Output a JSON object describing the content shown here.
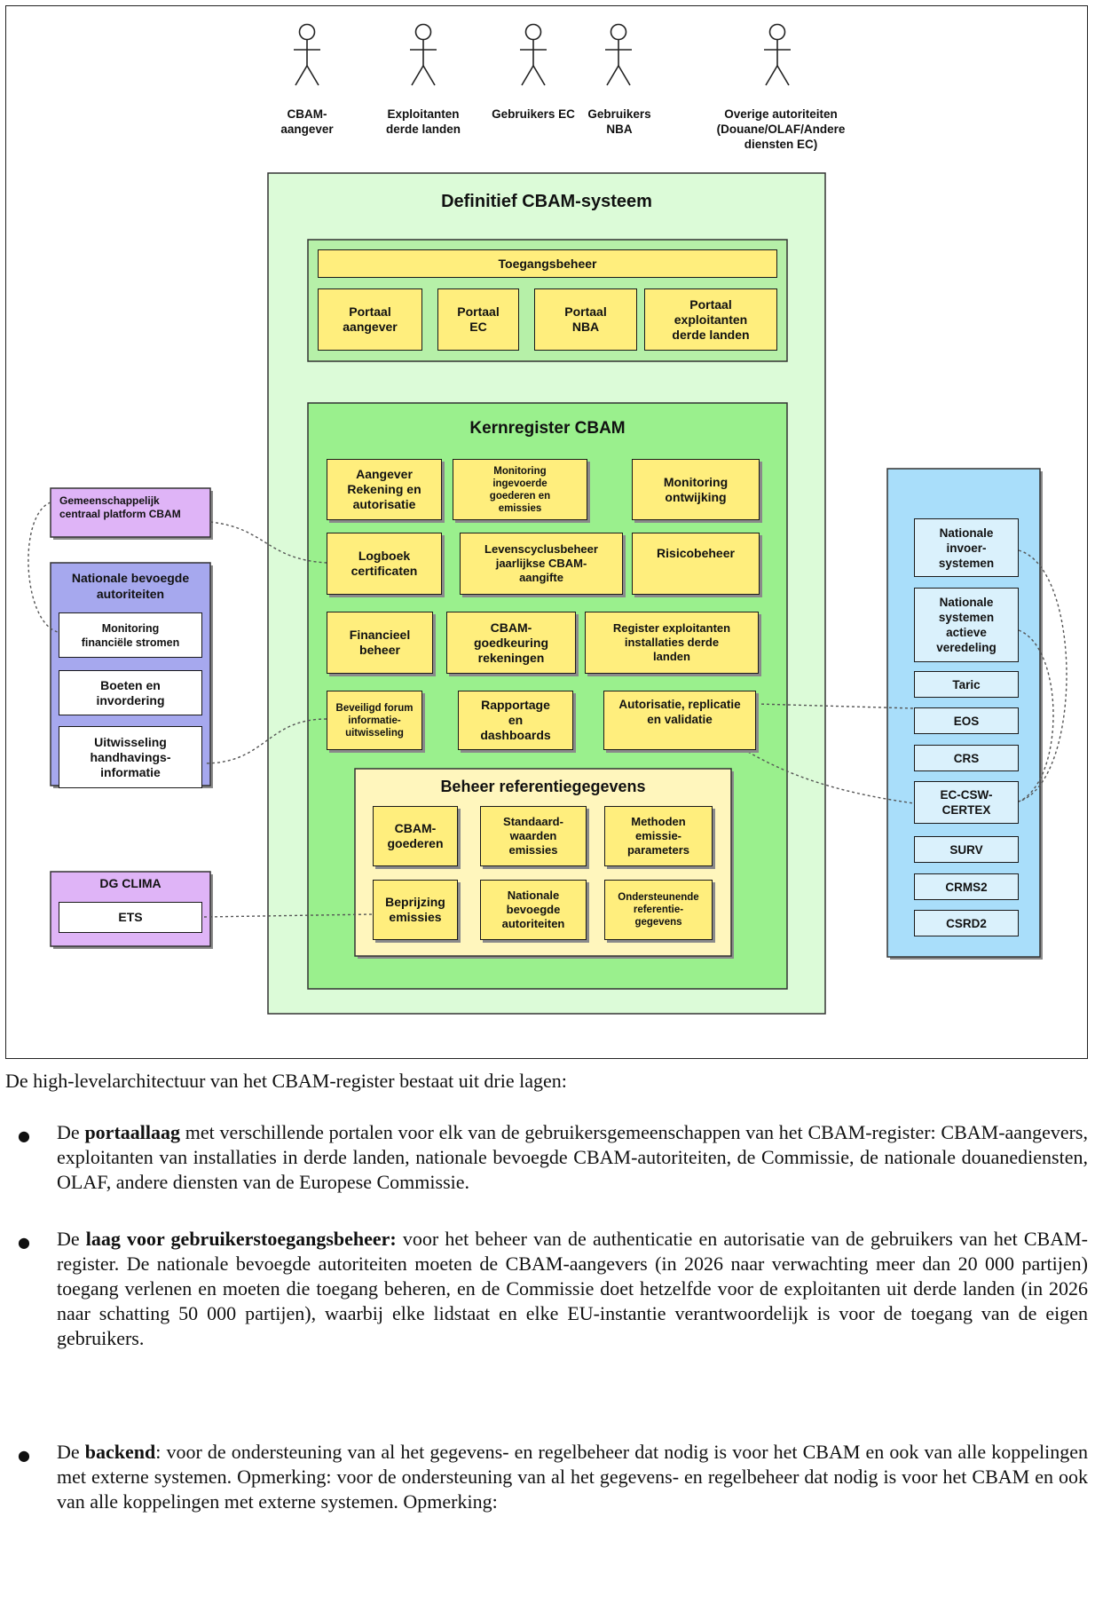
{
  "actors": [
    "CBAM-\naangever",
    "Exploitanten\nderde landen",
    "Gebruikers EC",
    "Gebruikers\nNBA",
    "Overige autoriteiten\n(Douane/OLAF/Andere\ndiensten EC)"
  ],
  "system": {
    "title": "Definitief CBAM-systeem",
    "access": {
      "title": "Toegangsbeheer",
      "portals": [
        "Portaal\naangever",
        "Portaal\nEC",
        "Portaal\nNBA",
        "Portaal\nexploitanten\nderde landen"
      ]
    },
    "core": {
      "title": "Kernregister CBAM",
      "rows": [
        [
          "Aangever\nRekening en\nautorisatie",
          "Monitoring\ningevoerde\ngoederen en\nemissies",
          "Monitoring\nontwijking"
        ],
        [
          "Logboek\ncertificaten",
          "Levenscyclusbeheer\njaarlijkse CBAM-\naangifte",
          "Risicobeheer"
        ],
        [
          "Financieel\nbeheer",
          "CBAM-\ngoedkeuring\nrekeningen",
          "Register exploitanten\ninstallaties derde\nlanden"
        ],
        [
          "Beveiligd forum\ninformatie-\nuitwisseling",
          "Rapportage\nen\ndashboards",
          "Autorisatie, replicatie\nen validatie"
        ]
      ],
      "reference": {
        "title": "Beheer referentiegegevens",
        "items": [
          "CBAM-\ngoederen",
          "Standaard-\nwaarden\nemissies",
          "Methoden\nemissie-\nparameters",
          "Beprijzing\nemissies",
          "Nationale\nbevoegde\nautoriteiten",
          "Ondersteunende\nreferentie-\ngegevens"
        ]
      }
    }
  },
  "left": {
    "platform": "Gemeenschappelijk\ncentraal platform CBAM",
    "nba": {
      "title": "Nationale bevoegde\nautoriteiten",
      "items": [
        "Monitoring\nfinanciële stromen",
        "Boeten en\ninvordering",
        "Uitwisseling\nhandhavings-\ninformatie"
      ]
    },
    "dgclima": {
      "title": "DG CLIMA",
      "item": "ETS"
    }
  },
  "right": {
    "items": [
      "Nationale\ninvoer-\nsystemen",
      "Nationale\nsystemen\nactieve\nveredeling",
      "Taric",
      "EOS",
      "CRS",
      "EC-CSW-\nCERTEX",
      "SURV",
      "CRMS2",
      "CSRD2"
    ]
  },
  "body_text": {
    "intro": "De high-levelarchitectuur van het CBAM-register bestaat uit drie lagen:",
    "bullets": [
      {
        "bold": "portaallaag",
        "pre": "De ",
        "rest": " met verschillende portalen voor elk van de gebruikersgemeenschappen van het CBAM-register: CBAM-aangevers, exploitanten van installaties in derde landen, nationale bevoegde CBAM-autoriteiten, de Commissie, de nationale douanediensten, OLAF, andere diensten van de Europese Commissie."
      },
      {
        "bold": "laag voor gebruikerstoegangsbeheer:",
        "pre": "De ",
        "rest": " voor het beheer van de authenticatie en autorisatie van de gebruikers van het CBAM-register. De nationale bevoegde autoriteiten moeten de CBAM-aangevers (in 2026 naar verwachting meer dan 20 000 partijen) toegang verlenen en moeten die toegang beheren, en de Commissie doet hetzelfde voor de exploitanten uit derde landen (in 2026 naar schatting 50 000 partijen), waarbij elke lidstaat en elke EU-instantie verantwoordelijk is voor de toegang van de eigen gebruikers."
      },
      {
        "bold": "backend",
        "pre": "De ",
        "rest": ": voor de ondersteuning van al het gegevens- en regelbeheer dat nodig is voor het CBAM en ook van alle koppelingen met externe systemen. Opmerking: voor de ondersteuning van al het gegevens- en regelbeheer dat nodig is voor het CBAM en ook van alle koppelingen met externe systemen. Opmerking:"
      }
    ]
  },
  "colors": {
    "system_bg": "#dcfbd8",
    "portal_layer_bg": "#b6f0a8",
    "core_bg": "#9af08d",
    "box_yellow": "#ffee7d",
    "reference_bg": "#fff6bd",
    "platform_purple": "#dfb4f7",
    "nba_blue": "#a6a8ee",
    "right_blue": "#a9defa",
    "right_item": "#daf1fc"
  }
}
